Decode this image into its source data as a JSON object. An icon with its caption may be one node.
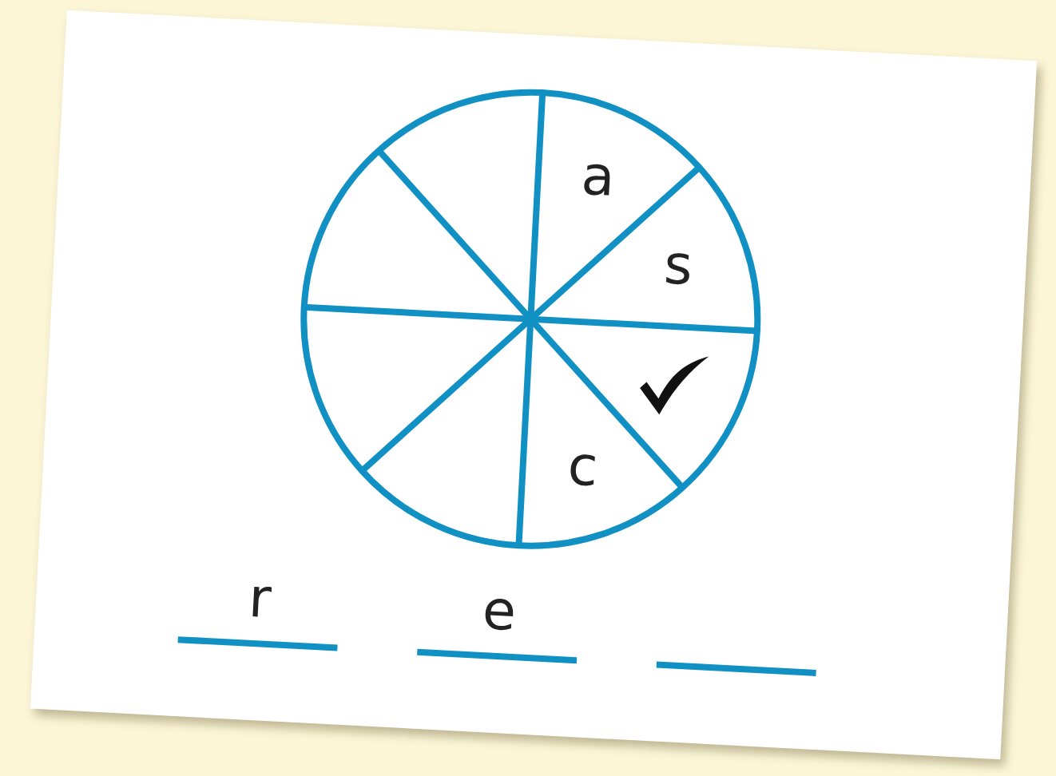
{
  "diagram": {
    "labels": [
      "a",
      "s",
      "c",
      "r",
      "e"
    ]
  }
}
